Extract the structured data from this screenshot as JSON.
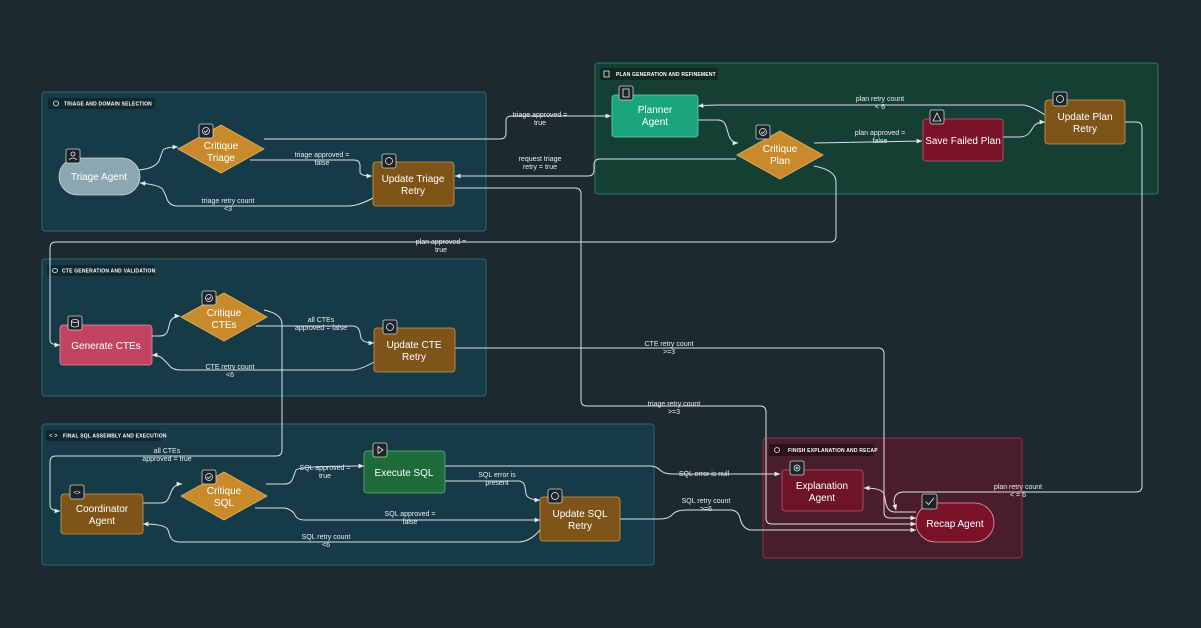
{
  "groups": {
    "triage": "TRIAGE AND DOMAIN SELECTION",
    "plan": "PLAN GENERATION AND REFINEMENT",
    "cte": "CTE GENERATION AND VALIDATION",
    "sql": "FINAL SQL ASSEMBLY AND EXECUTION",
    "finish": "FINISH EXPLANATION AND RECAP"
  },
  "nodes": {
    "triage_agent": "Triage Agent",
    "critique_triage": [
      "Critique",
      "Triage"
    ],
    "update_triage": [
      "Update Triage",
      "Retry"
    ],
    "planner_agent": [
      "Planner",
      "Agent"
    ],
    "critique_plan": [
      "Critique",
      "Plan"
    ],
    "save_failed_plan": "Save Failed Plan",
    "update_plan": [
      "Update Plan",
      "Retry"
    ],
    "generate_ctes": "Generate CTEs",
    "critique_ctes": [
      "Critique",
      "CTEs"
    ],
    "update_cte": [
      "Update CTE",
      "Retry"
    ],
    "coordinator_agent": [
      "Coordinator",
      "Agent"
    ],
    "critique_sql": [
      "Critique",
      "SQL"
    ],
    "execute_sql": "Execute SQL",
    "update_sql": [
      "Update SQL",
      "Retry"
    ],
    "explanation_agent": [
      "Explanation",
      "Agent"
    ],
    "recap_agent": "Recap Agent"
  },
  "edges": {
    "triage_approved_false": [
      "triage approved =",
      "false"
    ],
    "triage_retry_lt3": [
      "triage retry count",
      "<3"
    ],
    "triage_approved_true": [
      "triage approved =",
      "true"
    ],
    "request_triage_retry": [
      "request triage",
      "retry = true"
    ],
    "plan_retry_lt6": [
      "plan retry count",
      "< 6"
    ],
    "plan_approved_false": [
      "plan approved =",
      "false"
    ],
    "plan_approved_true": [
      "plan approved =",
      "true"
    ],
    "all_ctes_false": [
      "all CTEs",
      "approved = false"
    ],
    "cte_retry_lt6": [
      "CTE retry count",
      "<6"
    ],
    "cte_retry_ge3": [
      "CTE retry count",
      ">=3"
    ],
    "triage_retry_ge3": [
      "triage retry count",
      ">=3"
    ],
    "all_ctes_true": [
      "all CTEs",
      "approved = true"
    ],
    "sql_approved_true": [
      "SQL approved =",
      "true"
    ],
    "sql_error_present": [
      "SQL error is",
      "present"
    ],
    "sql_error_null": "SQL error is null",
    "sql_approved_false": [
      "SQL approved =",
      "false"
    ],
    "sql_retry_lt6": [
      "SQL retry count",
      "<6"
    ],
    "sql_retry_ge6": [
      "SQL retry count",
      ">=6"
    ],
    "plan_retry_ge6": [
      "plan retry count",
      "< = 6"
    ]
  },
  "colors": {
    "background": "#1c2a30",
    "triage_node": "#8aa8b2",
    "diamond": "#c98a2b",
    "retry_node": "#7f5418",
    "planner_node": "#1aa57a",
    "save_failed": "#7c1227",
    "generate_ctes": "#c24460",
    "execute_sql": "#1c6b39",
    "explanation_node": "#6e1427",
    "recap_node": "#7c1227"
  },
  "icons": {
    "triage_agent": "user-icon",
    "critique": "check-circle-icon",
    "update": "refresh-icon",
    "planner": "document-icon",
    "save_failed": "warning-icon",
    "generate": "database-icon",
    "coordinator": "code-icon",
    "execute": "play-icon",
    "explanation": "gear-icon",
    "recap": "check-icon"
  }
}
